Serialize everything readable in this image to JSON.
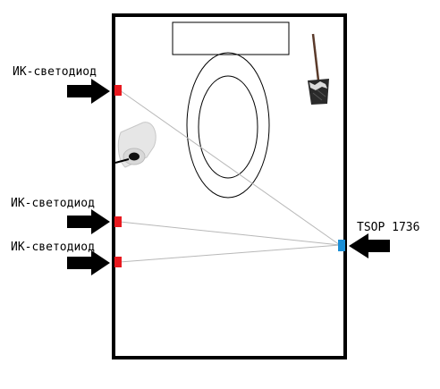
{
  "labels": {
    "emitter_top": "ИК-светодиод",
    "emitter_middle": "ИК-светодиод",
    "emitter_bottom": "ИК-светодиод",
    "receiver": "TSOP 1736"
  },
  "colors": {
    "wall": "#000000",
    "emitter": "#e8191f",
    "receiver": "#1b8fd6",
    "beam": "#b8b8b8",
    "arrow": "#000000"
  },
  "icons": {
    "emitter": "ir-led-icon",
    "receiver": "ir-receiver-icon",
    "toilet": "toilet-bowl-icon",
    "paper": "toilet-paper-icon",
    "brush": "toilet-brush-icon",
    "arrow": "arrow-right-icon"
  }
}
